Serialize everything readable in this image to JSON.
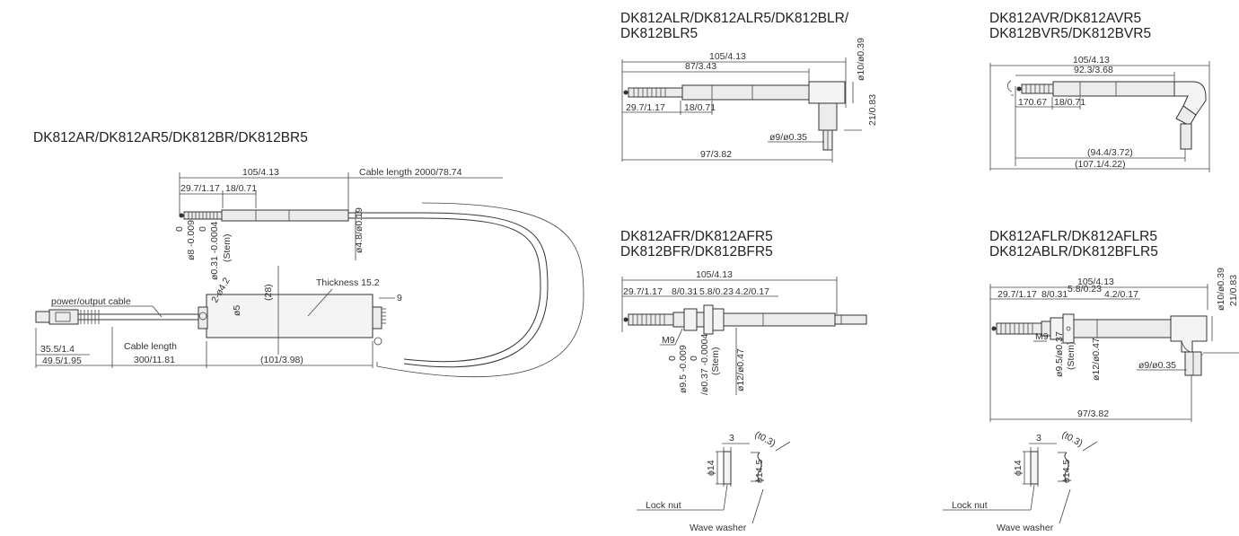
{
  "titles": {
    "main": "DK812AR/DK812AR5/DK812BR/DK812BR5",
    "alr_line1": "DK812ALR/DK812ALR5/DK812BLR/",
    "alr_line2": "DK812BLR5",
    "avr_line1": "DK812AVR/DK812AVR5",
    "avr_line2": "DK812BVR5/DK812BVR5",
    "afr_line1": "DK812AFR/DK812AFR5",
    "afr_line2": "DK812BFR/DK812BFR5",
    "aflr_line1": "DK812AFLR/DK812AFLR5",
    "aflr_line2": "DK812ABLR/DK812BFLR5"
  },
  "main": {
    "len_total": "105/4.13",
    "cable_length_2000": "Cable length 2000/78.74",
    "d_29_7": "29.7/1.17",
    "d_18": "18/0.71",
    "tol_zero": "0",
    "tol_8": "ø8 -0.009",
    "tol_zero2": "0",
    "tol_031": "ø0.31 -0.0004",
    "stem": "(Stem)",
    "d_48": "ø4.8/ø0.19",
    "d_28": "(28)",
    "hole": "2-ø4.2",
    "d_phi5": "ø5",
    "thickness": "Thickness 15.2",
    "nine": "9",
    "power_cable": "power/output cable",
    "cable_length": "Cable length",
    "cable_300": "300/11.81",
    "d_35_5": "35.5/1.4",
    "d_49_5": "49.5/1.95",
    "d_101": "(101/3.98)"
  },
  "alr": {
    "len_total": "105/4.13",
    "len_87": "87/3.43",
    "d_29_7": "29.7/1.17",
    "d_18": "18/0.71",
    "d_10": "ø10/ø0.39",
    "d_21": "21/0.83",
    "d_9": "ø9/ø0.35",
    "len_97": "97/3.82"
  },
  "avr": {
    "len_total": "105/4.13",
    "len_92": "92.3/3.68",
    "d_17": "170.67",
    "d_18": "18/0.71",
    "d_94": "(94.4/3.72)",
    "d_107": "(107.1/4.22)"
  },
  "afr": {
    "len_total": "105/4.13",
    "d_29_7": "29.7/1.17",
    "d_8": "8/0.31",
    "d_5_8": "5.8/0.23",
    "d_4_2": "4.2/0.17",
    "m9": "M9",
    "zero1": "0",
    "tol_95": "ø9.5 -0.009",
    "zero2": "0",
    "tol_037": "/ø0.37 -0.0004",
    "stem": "(Stem)",
    "d_12": "ø12/ø0.47"
  },
  "aflr": {
    "len_total": "105/4.13",
    "d_29_7": "29.7/1.17",
    "d_8": "8/0.31",
    "d_5_8": "5.8/0.23",
    "d_4_2": "4.2/0.17",
    "m9": "M9",
    "d_95": "ø9.5/ø0.37",
    "stem": "(Stem)",
    "d_12": "ø12/ø0.47",
    "d_10": "ø10/ø0.39",
    "d_21": "21/0.83",
    "d_9": "ø9/ø0.35",
    "len_97": "97/3.82"
  },
  "washer": {
    "three": "3",
    "t03": "(t0.3)",
    "phi14": "ϕ14",
    "phi145": "ϕ14.5",
    "lock_nut": "Lock nut",
    "wave_washer": "Wave washer"
  }
}
